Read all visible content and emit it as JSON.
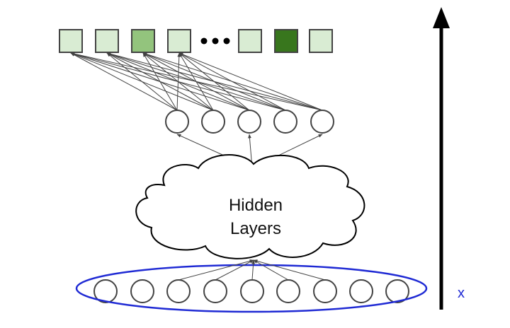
{
  "cloud_label_line1": "Hidden",
  "cloud_label_line2": "Layers",
  "input_label": "x",
  "output_boxes": [
    {
      "kind": "box",
      "shade": "light"
    },
    {
      "kind": "box",
      "shade": "light"
    },
    {
      "kind": "box",
      "shade": "medium"
    },
    {
      "kind": "box",
      "shade": "light"
    },
    {
      "kind": "ellipsis"
    },
    {
      "kind": "box",
      "shade": "light"
    },
    {
      "kind": "box",
      "shade": "dark"
    },
    {
      "kind": "box",
      "shade": "light"
    }
  ],
  "colors": {
    "light": "#d9ecd3",
    "medium": "#93c47d",
    "dark": "#38761d",
    "stroke": "#434343",
    "input_ellipse": "#1f2ad4",
    "input_label": "#1f2ad4",
    "arrow": "#000000"
  },
  "embedding_node_count": 5,
  "input_node_count": 9
}
